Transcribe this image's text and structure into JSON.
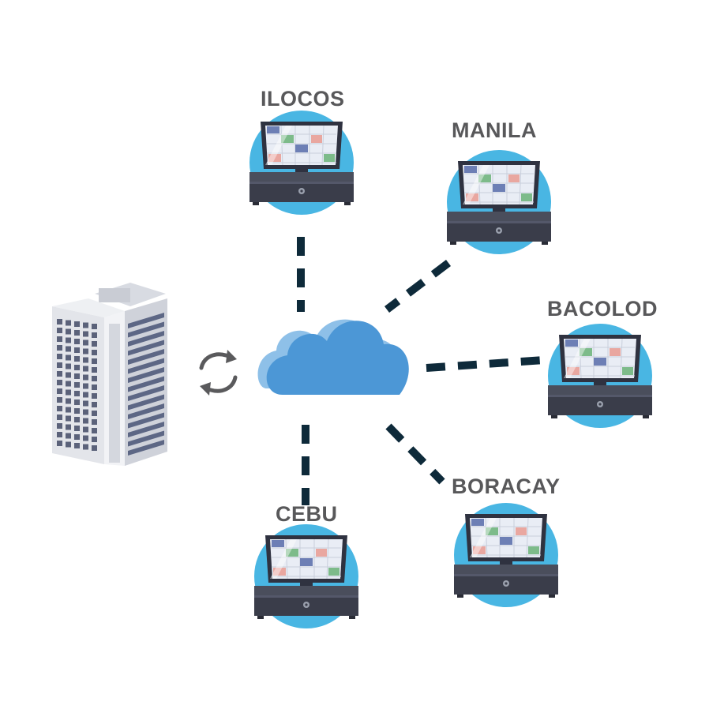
{
  "diagram": {
    "colors": {
      "connector": "#0e2a3a",
      "cloud_front": "#4c97d6",
      "cloud_back": "#8ec0e8",
      "circle": "#49b6e3",
      "label": "#58585a",
      "terminal_dark": "#3a3d4a",
      "sync_icon": "#5a5a5c"
    },
    "hub": {
      "icon": "cloud-icon"
    },
    "headquarters": {
      "icon": "office-building-icon"
    },
    "sync": {
      "icon": "sync-arrows-icon"
    },
    "terminal_icon": "pos-terminal-icon",
    "branches": [
      {
        "id": "ilocos",
        "label": "ILOCOS"
      },
      {
        "id": "manila",
        "label": "MANILA"
      },
      {
        "id": "bacolod",
        "label": "BACOLOD"
      },
      {
        "id": "boracay",
        "label": "BORACAY"
      },
      {
        "id": "cebu",
        "label": "CEBU"
      }
    ]
  }
}
